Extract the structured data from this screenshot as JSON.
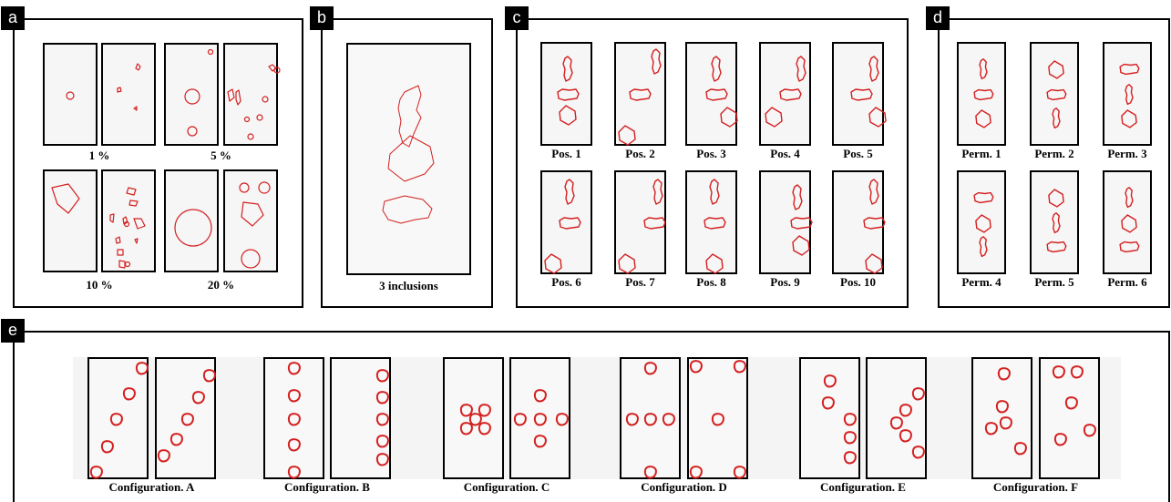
{
  "panels": {
    "a": {
      "label": "a",
      "captions": [
        "1 %",
        "5 %",
        "10 %",
        "20 %"
      ]
    },
    "b": {
      "label": "b",
      "caption": "3 inclusions"
    },
    "c": {
      "label": "c",
      "captions": [
        "Pos. 1",
        "Pos. 2",
        "Pos. 3",
        "Pos. 4",
        "Pos. 5",
        "Pos. 6",
        "Pos. 7",
        "Pos. 8",
        "Pos. 9",
        "Pos. 10"
      ]
    },
    "d": {
      "label": "d",
      "captions": [
        "Perm. 1",
        "Perm. 2",
        "Perm. 3",
        "Perm. 4",
        "Perm. 5",
        "Perm. 6"
      ]
    },
    "e": {
      "label": "e",
      "captions": [
        "Configuration. A",
        "Configuration. B",
        "Configuration. C",
        "Configuration. D",
        "Configuration. E",
        "Configuration. F"
      ]
    }
  },
  "colors": {
    "inclusion": "#d42020",
    "border": "#000000",
    "background": "#f6f6f6"
  }
}
